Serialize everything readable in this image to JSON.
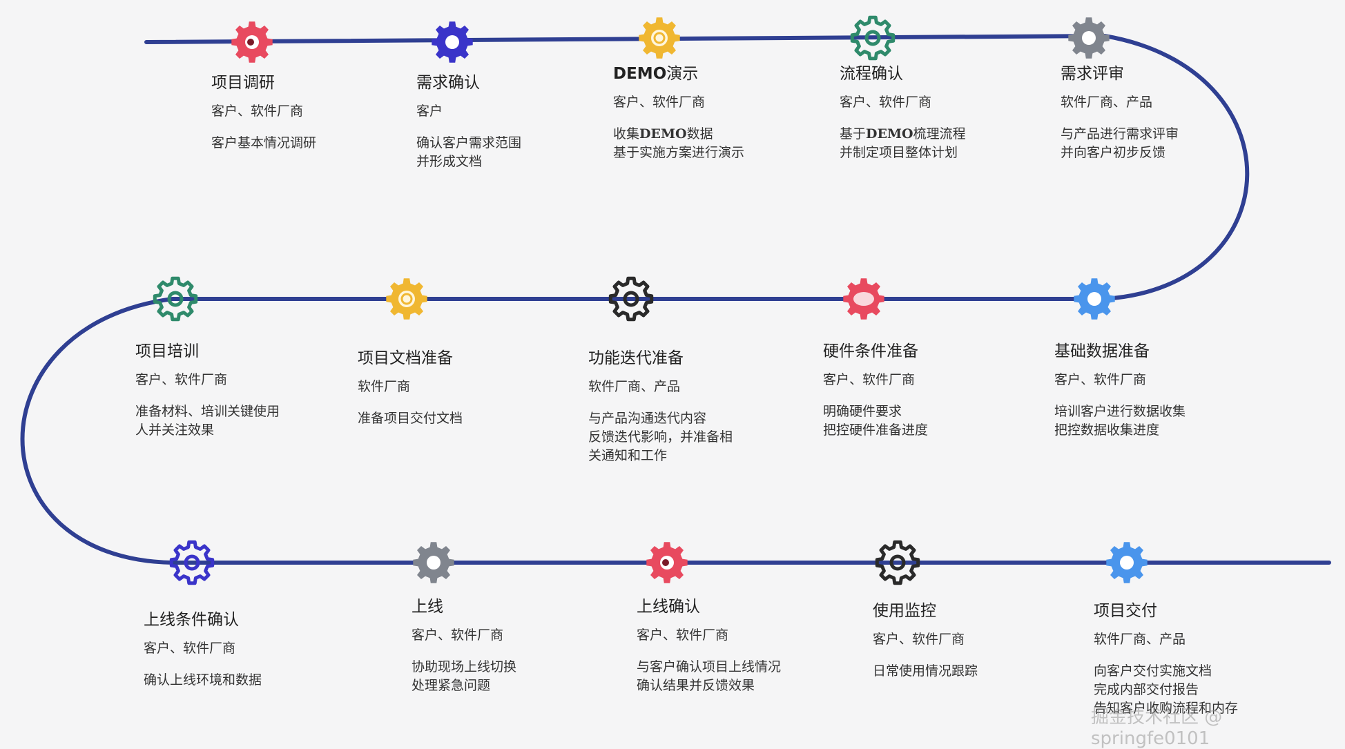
{
  "colors": {
    "track": "#2f3f92",
    "red": "#e84a5f",
    "indigo": "#3a34c9",
    "yellow": "#f0b731",
    "teal": "#2f8a6b",
    "gray": "#80858e",
    "blue": "#4a95ec",
    "black": "#2a2a2a"
  },
  "steps": [
    {
      "name": "项目调研",
      "roles": "客户、软件厂商",
      "desc": [
        "客户基本情况调研"
      ],
      "icon": "gear-icon",
      "color": "red",
      "style": "eye"
    },
    {
      "name": "需求确认",
      "roles": "客户",
      "desc": [
        "确认客户需求范围",
        "并形成文档"
      ],
      "icon": "gear-icon",
      "color": "indigo",
      "style": "solid"
    },
    {
      "name": "DEMO演示",
      "roles": "客户、软件厂商",
      "desc": [
        "收集DEMO数据",
        "基于实施方案进行演示"
      ],
      "icon": "gear-icon",
      "color": "yellow",
      "style": "ring"
    },
    {
      "name": "流程确认",
      "roles": "客户、软件厂商",
      "desc": [
        "基于DEMO梳理流程",
        "并制定项目整体计划"
      ],
      "icon": "gear-icon",
      "color": "teal",
      "style": "outline"
    },
    {
      "name": "需求评审",
      "roles": "软件厂商、产品",
      "desc": [
        "与产品进行需求评审",
        "并向客户初步反馈"
      ],
      "icon": "gear-icon",
      "color": "gray",
      "style": "solid"
    },
    {
      "name": "基础数据准备",
      "roles": "客户、软件厂商",
      "desc": [
        "培训客户进行数据收集",
        "把控数据收集进度"
      ],
      "icon": "gear-icon",
      "color": "blue",
      "style": "solid"
    },
    {
      "name": "硬件条件准备",
      "roles": "客户、软件厂商",
      "desc": [
        "明确硬件要求",
        "把控硬件准备进度"
      ],
      "icon": "gear-icon",
      "color": "red",
      "style": "oval"
    },
    {
      "name": "功能迭代准备",
      "roles": "软件厂商、产品",
      "desc": [
        "与产品沟通迭代内容",
        "反馈迭代影响，并准备相",
        "关通知和工作"
      ],
      "icon": "gear-icon",
      "color": "black",
      "style": "outline"
    },
    {
      "name": "项目文档准备",
      "roles": "软件厂商",
      "desc": [
        "准备项目交付文档"
      ],
      "icon": "gear-icon",
      "color": "yellow",
      "style": "ring"
    },
    {
      "name": "项目培训",
      "roles": "客户、软件厂商",
      "desc": [
        "准备材料、培训关键使用",
        "人并关注效果"
      ],
      "icon": "gear-icon",
      "color": "teal",
      "style": "outline"
    },
    {
      "name": "上线条件确认",
      "roles": "客户、软件厂商",
      "desc": [
        "确认上线环境和数据"
      ],
      "icon": "gear-icon",
      "color": "indigo",
      "style": "outline"
    },
    {
      "name": "上线",
      "roles": "客户、软件厂商",
      "desc": [
        "协助现场上线切换",
        "处理紧急问题"
      ],
      "icon": "gear-icon",
      "color": "gray",
      "style": "solid"
    },
    {
      "name": "上线确认",
      "roles": "客户、软件厂商",
      "desc": [
        "与客户确认项目上线情况",
        "确认结果并反馈效果"
      ],
      "icon": "gear-icon",
      "color": "red",
      "style": "eye"
    },
    {
      "name": "使用监控",
      "roles": "客户、软件厂商",
      "desc": [
        "日常使用情况跟踪"
      ],
      "icon": "gear-icon",
      "color": "black",
      "style": "outline"
    },
    {
      "name": "项目交付",
      "roles": "软件厂商、产品",
      "desc": [
        "向客户交付实施文档",
        "完成内部交付报告",
        "告知客户收购流程和内存"
      ],
      "icon": "gear-icon",
      "color": "blue",
      "style": "solid"
    }
  ],
  "watermark": "掘金技术社区 @ springfe0101"
}
